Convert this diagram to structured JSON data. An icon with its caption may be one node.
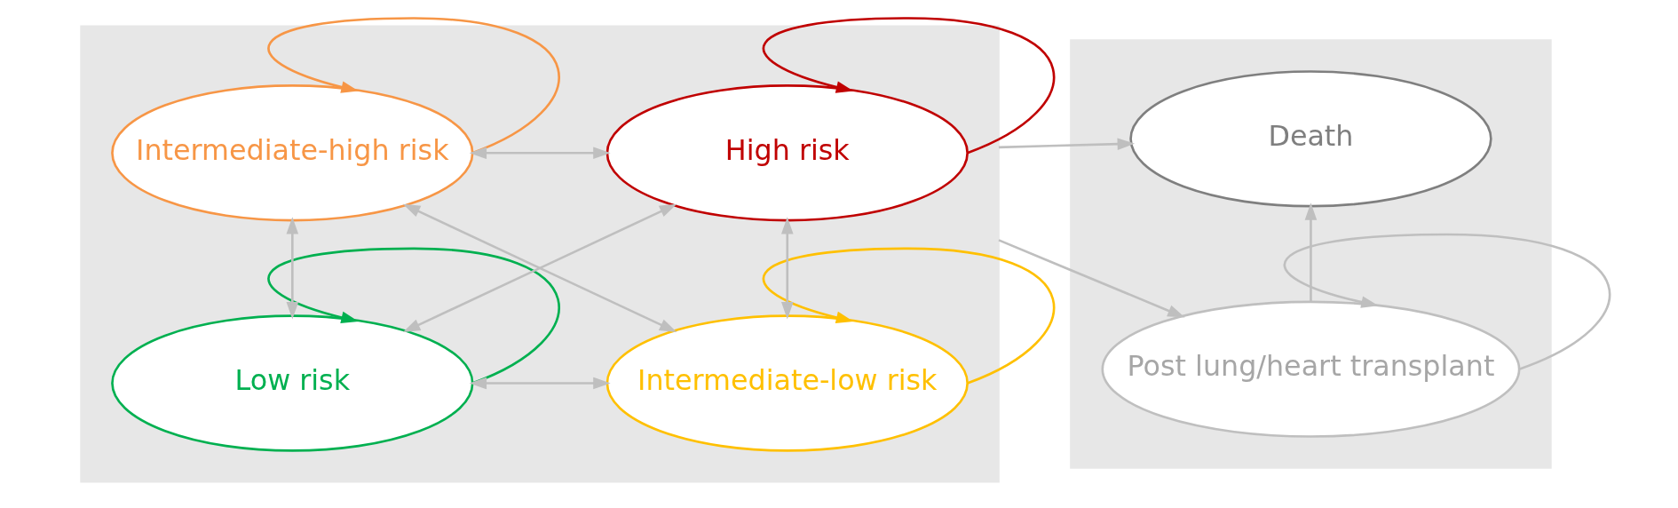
{
  "diagram": {
    "nodes": [
      {
        "text": [],
        "shape": "box"
      },
      {
        "text": [
          "Low risk"
        ],
        "in": 0
      },
      {
        "text": [
          "Intermediate-low risk"
        ],
        "in": 0
      },
      {
        "text": [
          "Intermediate-high risk"
        ],
        "in": 0
      },
      {
        "text": [
          "High risk"
        ],
        "in": 0
      },
      {
        "text": [],
        "shape": "box"
      },
      {
        "text": [
          "Post lung/heart transplant"
        ],
        "in": 5
      },
      {
        "text": [
          "Death"
        ],
        "in": 5
      }
    ],
    "edges": [
      {
        "from": 1,
        "to": 1,
        "arrow": "to",
        "color": "#00b050"
      },
      {
        "from": 2,
        "to": 2,
        "arrow": "to",
        "color": "#ffc000"
      },
      {
        "from": 3,
        "to": 3,
        "arrow": "to",
        "color": "#f79646"
      },
      {
        "from": 4,
        "to": 4,
        "arrow": "to",
        "color": "#c00000"
      },
      {
        "from": 1,
        "to": 2,
        "arrow": "both"
      },
      {
        "from": 1,
        "to": 3,
        "arrow": "both"
      },
      {
        "from": 1,
        "to": 4,
        "arrow": "both"
      },
      {
        "from": 2,
        "to": 3,
        "arrow": "both"
      },
      {
        "from": 2,
        "to": 4,
        "arrow": "both"
      },
      {
        "from": 3,
        "to": 4,
        "arrow": "both"
      },
      {
        "from": 0,
        "to": 6,
        "arrow": "to"
      },
      {
        "from": 0,
        "to": 7,
        "arrow": "to"
      },
      {
        "from": 6,
        "to": 6,
        "arrow": "to"
      },
      {
        "from": 6,
        "to": 7,
        "arrow": "to"
      }
    ]
  }
}
